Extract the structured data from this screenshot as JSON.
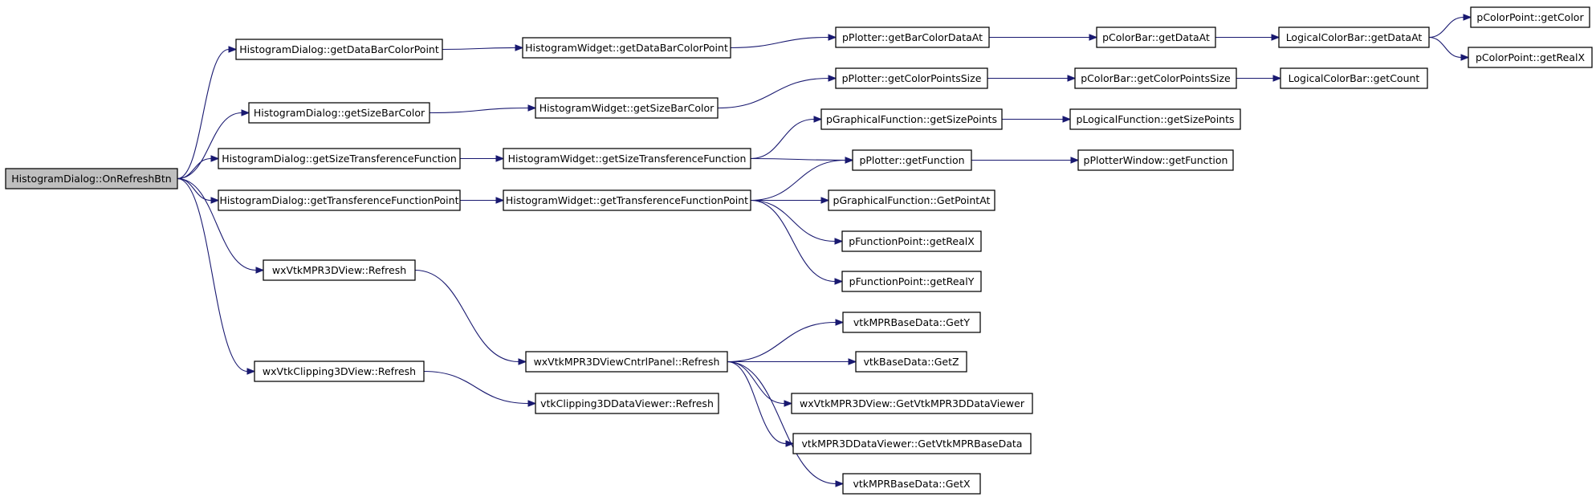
{
  "colors": {
    "edge": "#191970",
    "root_fill": "#bfbfbf",
    "node_fill": "#ffffff",
    "node_border": "#000000"
  },
  "nodes": {
    "n_root": "HistogramDialog::OnRefreshBtn",
    "n_hd_getDataBarColorPoint": "HistogramDialog::getDataBarColorPoint",
    "n_hd_getSizeBarColor": "HistogramDialog::getSizeBarColor",
    "n_hd_getSizeTransferenceFunction": "HistogramDialog::getSizeTransferenceFunction",
    "n_hd_getTransferenceFunctionPoint": "HistogramDialog::getTransferenceFunctionPoint",
    "n_wx3d_refresh": "wxVtkMPR3DView::Refresh",
    "n_wxclip_refresh": "wxVtkClipping3DView::Refresh",
    "n_hw_getDataBarColorPoint": "HistogramWidget::getDataBarColorPoint",
    "n_hw_getSizeBarColor": "HistogramWidget::getSizeBarColor",
    "n_hw_getSizeTransferenceFunction": "HistogramWidget::getSizeTransferenceFunction",
    "n_hw_getTransferenceFunctionPoint": "HistogramWidget::getTransferenceFunctionPoint",
    "n_panel_refresh": "wxVtkMPR3DViewCntrlPanel::Refresh",
    "n_clipviewer_refresh": "vtkClipping3DDataViewer::Refresh",
    "n_pp_getBarColorDataAt": "pPlotter::getBarColorDataAt",
    "n_pp_getColorPointsSize": "pPlotter::getColorPointsSize",
    "n_pgf_getSizePoints": "pGraphicalFunction::getSizePoints",
    "n_pp_getFunction": "pPlotter::getFunction",
    "n_pgf_GetPointAt": "pGraphicalFunction::GetPointAt",
    "n_pfp_getRealX": "pFunctionPoint::getRealX",
    "n_pfp_getRealY": "pFunctionPoint::getRealY",
    "n_base_GetY": "vtkMPRBaseData::GetY",
    "n_base_GetZ": "vtkBaseData::GetZ",
    "n_wx3d_getViewer": "wxVtkMPR3DView::GetVtkMPR3DDataViewer",
    "n_viewer_getBase": "vtkMPR3DDataViewer::GetVtkMPRBaseData",
    "n_base_GetX": "vtkMPRBaseData::GetX",
    "n_pcb_getDataAt": "pColorBar::getDataAt",
    "n_pcb_getColorPointsSize": "pColorBar::getColorPointsSize",
    "n_plf_getSizePoints": "pLogicalFunction::getSizePoints",
    "n_ppw_getFunction": "pPlotterWindow::getFunction",
    "n_lcb_getDataAt": "LogicalColorBar::getDataAt",
    "n_lcb_getCount": "LogicalColorBar::getCount",
    "n_pcp_getColor": "pColorPoint::getColor",
    "n_pcp_getRealX": "pColorPoint::getRealX"
  },
  "edges": [
    [
      "n_root",
      "n_hd_getDataBarColorPoint"
    ],
    [
      "n_root",
      "n_hd_getSizeBarColor"
    ],
    [
      "n_root",
      "n_hd_getSizeTransferenceFunction"
    ],
    [
      "n_root",
      "n_hd_getTransferenceFunctionPoint"
    ],
    [
      "n_root",
      "n_wx3d_refresh"
    ],
    [
      "n_root",
      "n_wxclip_refresh"
    ],
    [
      "n_hd_getDataBarColorPoint",
      "n_hw_getDataBarColorPoint"
    ],
    [
      "n_hd_getSizeBarColor",
      "n_hw_getSizeBarColor"
    ],
    [
      "n_hd_getSizeTransferenceFunction",
      "n_hw_getSizeTransferenceFunction"
    ],
    [
      "n_hd_getTransferenceFunctionPoint",
      "n_hw_getTransferenceFunctionPoint"
    ],
    [
      "n_wx3d_refresh",
      "n_panel_refresh"
    ],
    [
      "n_wxclip_refresh",
      "n_clipviewer_refresh"
    ],
    [
      "n_hw_getDataBarColorPoint",
      "n_pp_getBarColorDataAt"
    ],
    [
      "n_hw_getSizeBarColor",
      "n_pp_getColorPointsSize"
    ],
    [
      "n_hw_getSizeTransferenceFunction",
      "n_pgf_getSizePoints"
    ],
    [
      "n_hw_getSizeTransferenceFunction",
      "n_pp_getFunction"
    ],
    [
      "n_hw_getTransferenceFunctionPoint",
      "n_pp_getFunction"
    ],
    [
      "n_hw_getTransferenceFunctionPoint",
      "n_pgf_GetPointAt"
    ],
    [
      "n_hw_getTransferenceFunctionPoint",
      "n_pfp_getRealX"
    ],
    [
      "n_hw_getTransferenceFunctionPoint",
      "n_pfp_getRealY"
    ],
    [
      "n_panel_refresh",
      "n_base_GetY"
    ],
    [
      "n_panel_refresh",
      "n_base_GetZ"
    ],
    [
      "n_panel_refresh",
      "n_wx3d_getViewer"
    ],
    [
      "n_panel_refresh",
      "n_viewer_getBase"
    ],
    [
      "n_panel_refresh",
      "n_base_GetX"
    ],
    [
      "n_pp_getBarColorDataAt",
      "n_pcb_getDataAt"
    ],
    [
      "n_pp_getColorPointsSize",
      "n_pcb_getColorPointsSize"
    ],
    [
      "n_pgf_getSizePoints",
      "n_plf_getSizePoints"
    ],
    [
      "n_pp_getFunction",
      "n_ppw_getFunction"
    ],
    [
      "n_pcb_getDataAt",
      "n_lcb_getDataAt"
    ],
    [
      "n_pcb_getColorPointsSize",
      "n_lcb_getCount"
    ],
    [
      "n_lcb_getDataAt",
      "n_pcp_getColor"
    ],
    [
      "n_lcb_getDataAt",
      "n_pcp_getRealX"
    ]
  ]
}
